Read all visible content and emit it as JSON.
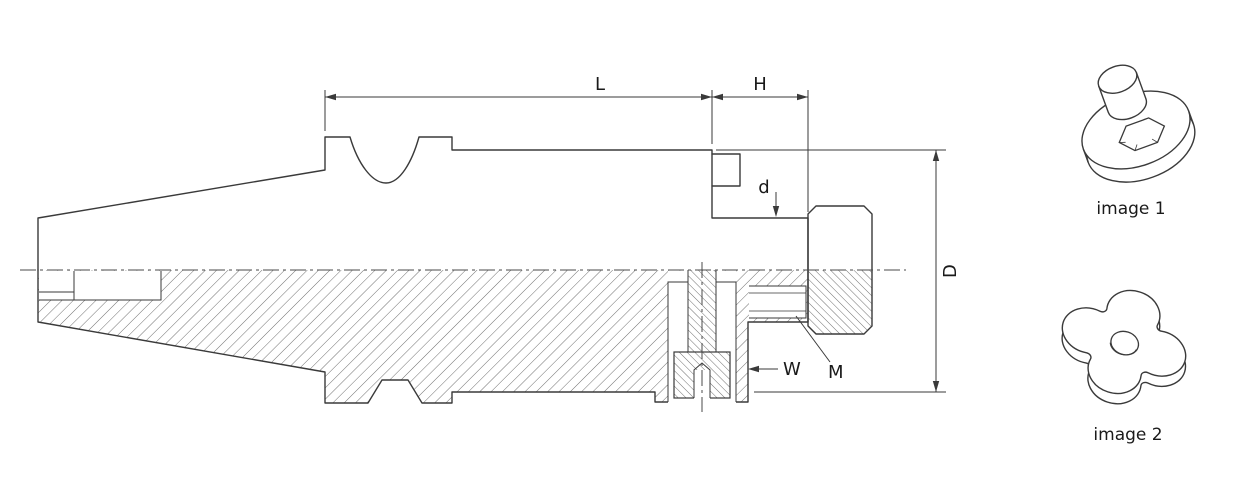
{
  "figure": {
    "type": "technical-drawing",
    "dimension_labels": {
      "L": "L",
      "H": "H",
      "d": "d",
      "D": "D",
      "W": "W",
      "M": "M"
    },
    "captions": {
      "image1": "image 1",
      "image2": "image 2"
    },
    "colors": {
      "line": "#3a3a3a",
      "background": "#ffffff"
    }
  }
}
